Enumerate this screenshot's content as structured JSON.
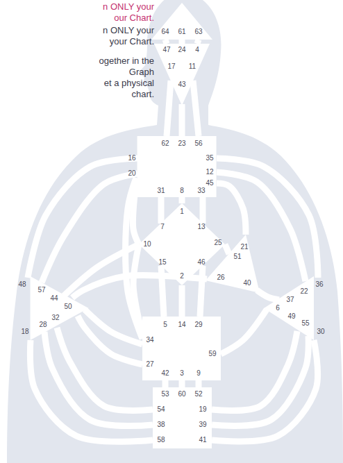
{
  "diagram": {
    "nodes": [
      {
        "text": [
          "64",
          "61",
          "63"
        ]
      },
      {
        "text": [
          "47",
          "24",
          "4",
          "17",
          "11",
          "43"
        ]
      },
      {
        "text": [
          "62",
          "23",
          "56",
          "16",
          "35",
          "20",
          "12",
          "45",
          "31",
          "8",
          "33"
        ]
      },
      {
        "text": [
          "1",
          "7",
          "13",
          "10",
          "25",
          "15",
          "46",
          "2"
        ]
      },
      {
        "text": [
          "21",
          "51",
          "26",
          "40"
        ]
      },
      {
        "text": [
          "48",
          "57",
          "44",
          "50",
          "32",
          "28",
          "18"
        ]
      },
      {
        "text": [
          "36",
          "22",
          "37",
          "6",
          "49",
          "55",
          "30"
        ]
      },
      {
        "text": [
          "5",
          "14",
          "29",
          "34",
          "27",
          "59",
          "42",
          "3",
          "9"
        ]
      },
      {
        "text": [
          "53",
          "60",
          "52",
          "54",
          "19",
          "38",
          "39",
          "58",
          "41"
        ]
      }
    ],
    "edges": [
      {
        "from": 0,
        "to": 1,
        "arrow": "none"
      },
      {
        "from": 0,
        "to": 1,
        "arrow": "none"
      },
      {
        "from": 0,
        "to": 1,
        "arrow": "none"
      },
      {
        "from": 1,
        "to": 2,
        "arrow": "none"
      },
      {
        "from": 1,
        "to": 2,
        "arrow": "none"
      },
      {
        "from": 1,
        "to": 2,
        "arrow": "none"
      },
      {
        "from": 2,
        "to": 5,
        "arrow": "none"
      },
      {
        "from": 2,
        "to": 5,
        "arrow": "none"
      },
      {
        "from": 2,
        "to": 3,
        "arrow": "none"
      },
      {
        "from": 2,
        "to": 7,
        "arrow": "none"
      },
      {
        "from": 2,
        "to": 3,
        "arrow": "none"
      },
      {
        "from": 2,
        "to": 3,
        "arrow": "none"
      },
      {
        "from": 2,
        "to": 3,
        "arrow": "none"
      },
      {
        "from": 2,
        "to": 4,
        "arrow": "none"
      },
      {
        "from": 2,
        "to": 6,
        "arrow": "none"
      },
      {
        "from": 2,
        "to": 6,
        "arrow": "none"
      },
      {
        "from": 3,
        "to": 4,
        "arrow": "none"
      },
      {
        "from": 3,
        "to": 5,
        "arrow": "none"
      },
      {
        "from": 3,
        "to": 7,
        "arrow": "none"
      },
      {
        "from": 3,
        "to": 7,
        "arrow": "none"
      },
      {
        "from": 3,
        "to": 7,
        "arrow": "none"
      },
      {
        "from": 3,
        "to": 7,
        "arrow": "none"
      },
      {
        "from": 4,
        "to": 5,
        "arrow": "none"
      },
      {
        "from": 4,
        "to": 6,
        "arrow": "none"
      },
      {
        "from": 7,
        "to": 5,
        "arrow": "none"
      },
      {
        "from": 7,
        "to": 5,
        "arrow": "none"
      },
      {
        "from": 7,
        "to": 6,
        "arrow": "none"
      },
      {
        "from": 7,
        "to": 8,
        "arrow": "none"
      },
      {
        "from": 7,
        "to": 8,
        "arrow": "none"
      },
      {
        "from": 7,
        "to": 8,
        "arrow": "none"
      },
      {
        "from": 8,
        "to": 5,
        "arrow": "none"
      },
      {
        "from": 8,
        "to": 5,
        "arrow": "none"
      },
      {
        "from": 8,
        "to": 5,
        "arrow": "none"
      },
      {
        "from": 8,
        "to": 6,
        "arrow": "none"
      },
      {
        "from": 8,
        "to": 6,
        "arrow": "none"
      },
      {
        "from": 8,
        "to": 6,
        "arrow": "none"
      }
    ],
    "labels": [
      "n ONLY your",
      "our Chart.",
      "n ONLY your",
      "your Chart.",
      "ogether in the",
      "Graph",
      "et a physical",
      "chart."
    ]
  }
}
